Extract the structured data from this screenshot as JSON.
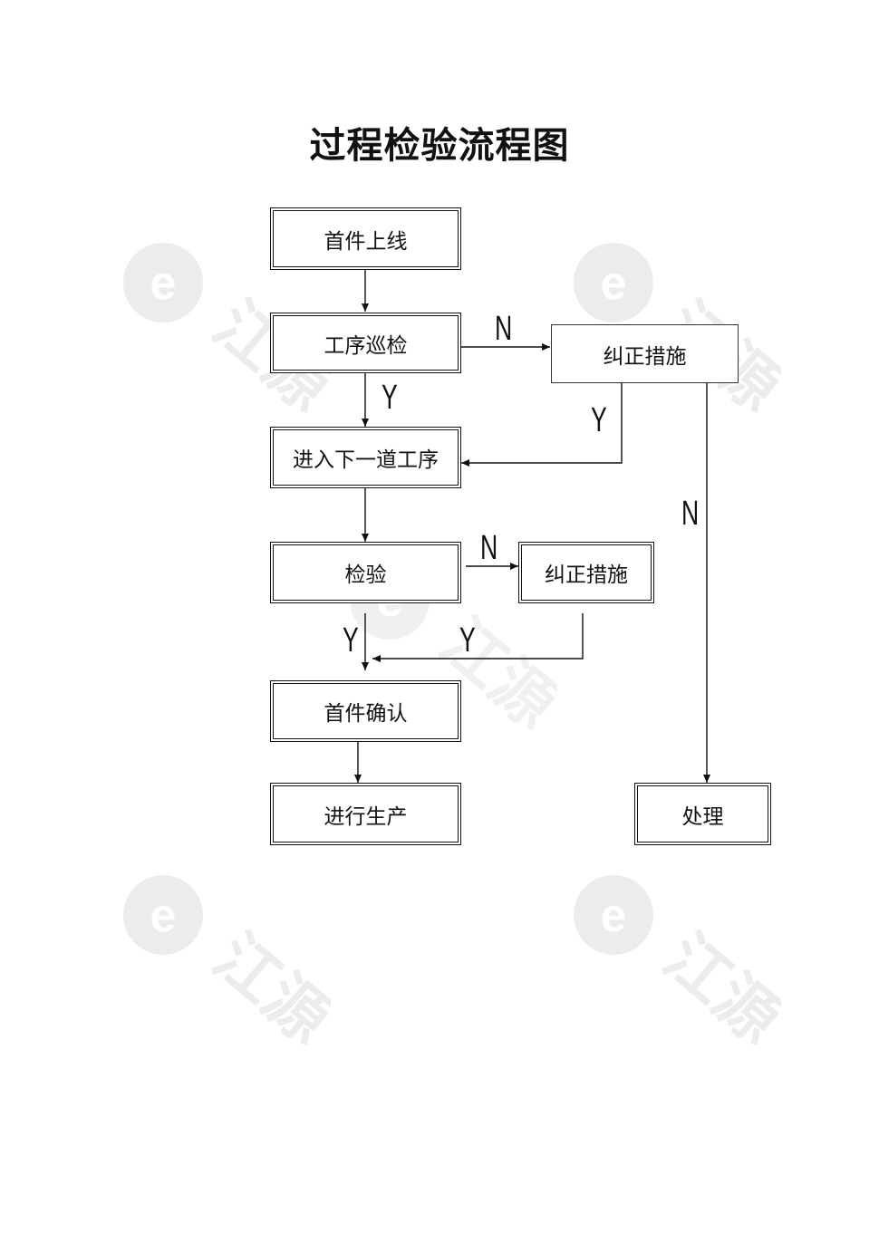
{
  "title": "过程检验流程图",
  "watermark": "江源",
  "nodes": {
    "first_piece_online": "首件上线",
    "process_patrol": "工序巡检",
    "corrective_action_1": "纠正措施",
    "next_process": "进入下一道工序",
    "inspection": "检验",
    "corrective_action_2": "纠正措施",
    "first_piece_confirm": "首件确认",
    "production": "进行生产",
    "handling": "处理"
  },
  "edge_labels": {
    "patrol_no": "N",
    "patrol_yes": "Y",
    "corrective1_yes": "Y",
    "corrective1_no": "N",
    "inspection_no": "N",
    "inspection_yes": "Y",
    "corrective2_yes": "Y"
  },
  "colors": {
    "line": "#111111",
    "watermark": "#ececec"
  }
}
